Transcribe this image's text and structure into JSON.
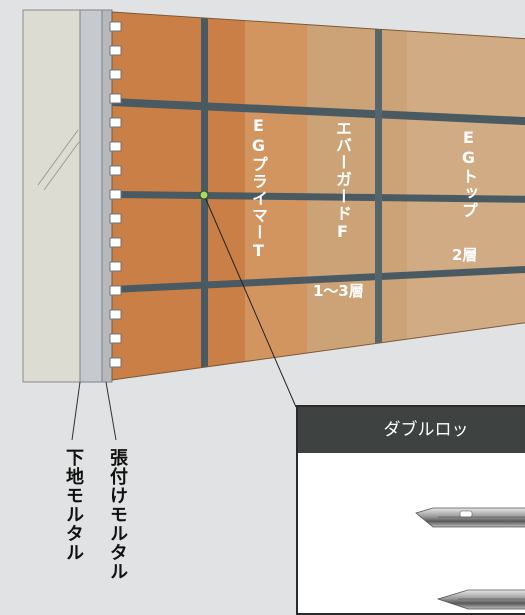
{
  "layers": {
    "primer": "EGプライマーT",
    "everguard": "エバーガードF",
    "everguard_coats": "1～3層",
    "top": "EGトップ",
    "top_coats": "2層"
  },
  "mortar_labels": {
    "base": "下地モルタル",
    "adhesive": "張付けモルタル"
  },
  "inset": {
    "title": "ダブルロッ"
  },
  "colors": {
    "background": "#e1e2e3",
    "tile": "#c97f45",
    "joint": "#4a5a62",
    "base_mortar": "#dcdcd2",
    "adhesive_mortar": "#c6c9cd",
    "inset_header": "#3e4240",
    "highlight_marker": "#a6d86c"
  }
}
